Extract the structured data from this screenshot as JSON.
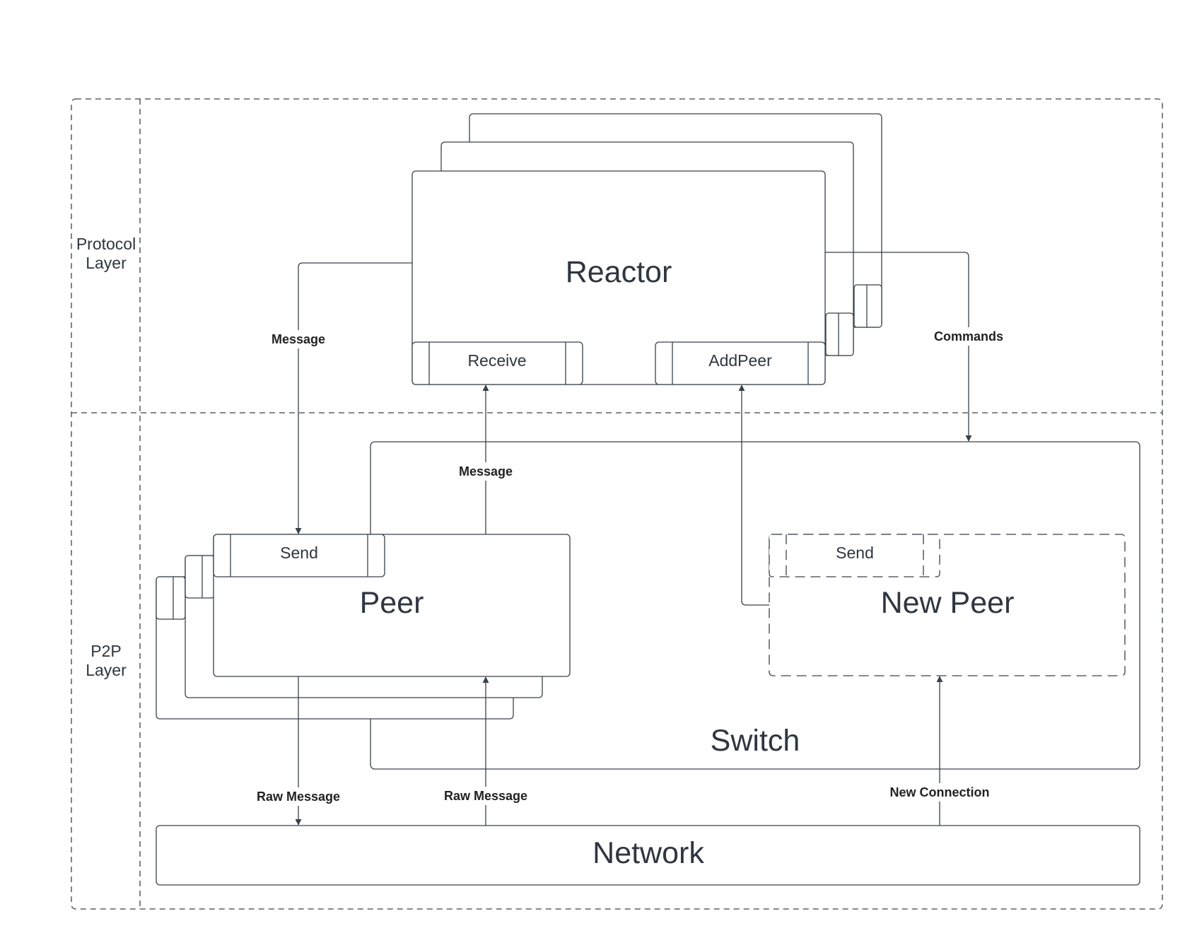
{
  "lanes": {
    "protocol": [
      "Protocol",
      "Layer"
    ],
    "p2p": [
      "P2P",
      "Layer"
    ]
  },
  "nodes": {
    "reactor": "Reactor",
    "receive": "Receive",
    "addpeer": "AddPeer",
    "switch": "Switch",
    "peer": "Peer",
    "peer_send": "Send",
    "new_peer": "New Peer",
    "new_peer_send": "Send",
    "network": "Network"
  },
  "edges": {
    "message_to_send": "Message",
    "message_to_receive": "Message",
    "commands": "Commands",
    "raw_message_out": "Raw Message",
    "raw_message_in": "Raw Message",
    "new_connection": "New Connection"
  },
  "colors": {
    "stroke": "#3a414a",
    "text": "#2f3640"
  }
}
